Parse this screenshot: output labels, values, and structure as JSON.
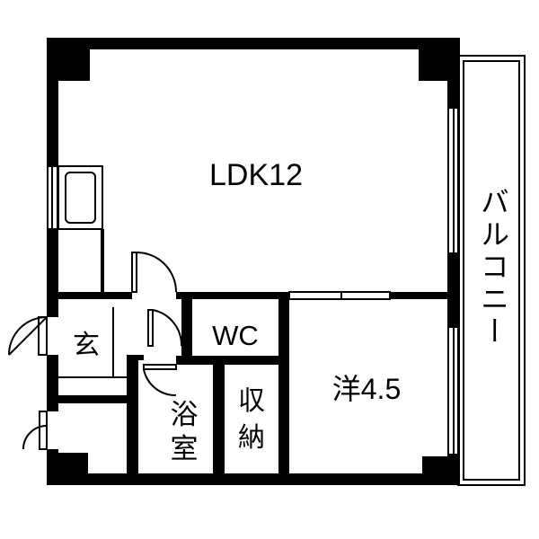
{
  "floorplan": {
    "rooms": {
      "ldk": "LDK12",
      "western_room": "洋4.5",
      "toilet": "WC",
      "entrance": "玄",
      "bathroom": [
        "浴",
        "室"
      ],
      "storage": [
        "収",
        "納"
      ],
      "balcony": "バルコニー"
    },
    "colors": {
      "wall": "#000000",
      "background": "#ffffff",
      "line": "#000000"
    }
  }
}
